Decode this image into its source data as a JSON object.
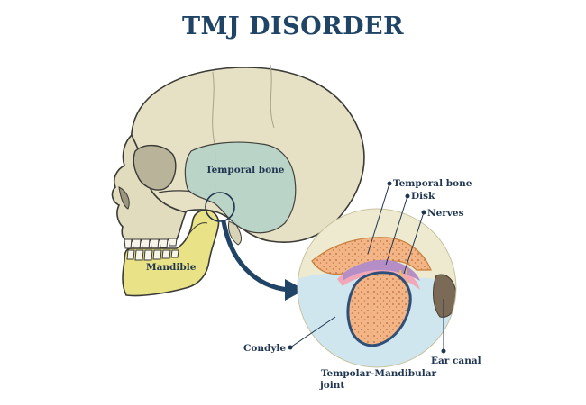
{
  "title": "TMJ DISORDER",
  "labels": {
    "skull_temporal": "Temporal bone",
    "skull_mandible": "Mandible",
    "detail_temporal": "Temporal bone",
    "disk": "Disk",
    "nerves": "Nerves",
    "ear_canal": "Ear canal",
    "condyle": "Condyle",
    "joint_line1": "Tempolar-Mandibular",
    "joint_line2": "joint"
  },
  "colors": {
    "title": "#1f4466",
    "skull": "#e6e0c4",
    "skull_outline": "#3a3a36",
    "temporal_bone": "#b8d4c8",
    "mandible": "#e9e286",
    "arrow": "#1f4466",
    "detail_bg": "#eeeacf",
    "bone_marrow": "#e8a070",
    "disk": "#b58ec8",
    "cartilage": "#f0a8b8",
    "fluid": "#cfe6ee",
    "ear_canal": "#7a6a56"
  }
}
